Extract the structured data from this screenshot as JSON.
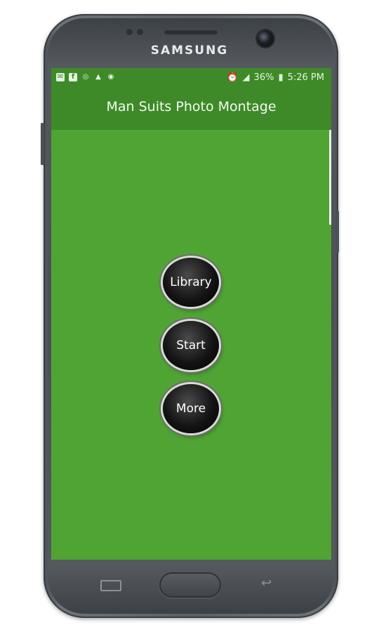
{
  "device": {
    "brand": "SAMSUNG"
  },
  "status_bar": {
    "battery": "36%",
    "time": "5:26 PM",
    "left_icons": [
      "messaging-icon",
      "facebook-icon",
      "whatsapp-icon",
      "alert-icon",
      "app-icon"
    ],
    "right_icons": [
      "alarm-icon",
      "signal-icon",
      "battery-icon"
    ]
  },
  "app": {
    "title": "Man Suits Photo Montage"
  },
  "menu": {
    "library_label": "Library",
    "start_label": "Start",
    "more_label": "More"
  },
  "colors": {
    "screen_bg": "#4fa434",
    "appbar_bg": "#3e8a28"
  }
}
